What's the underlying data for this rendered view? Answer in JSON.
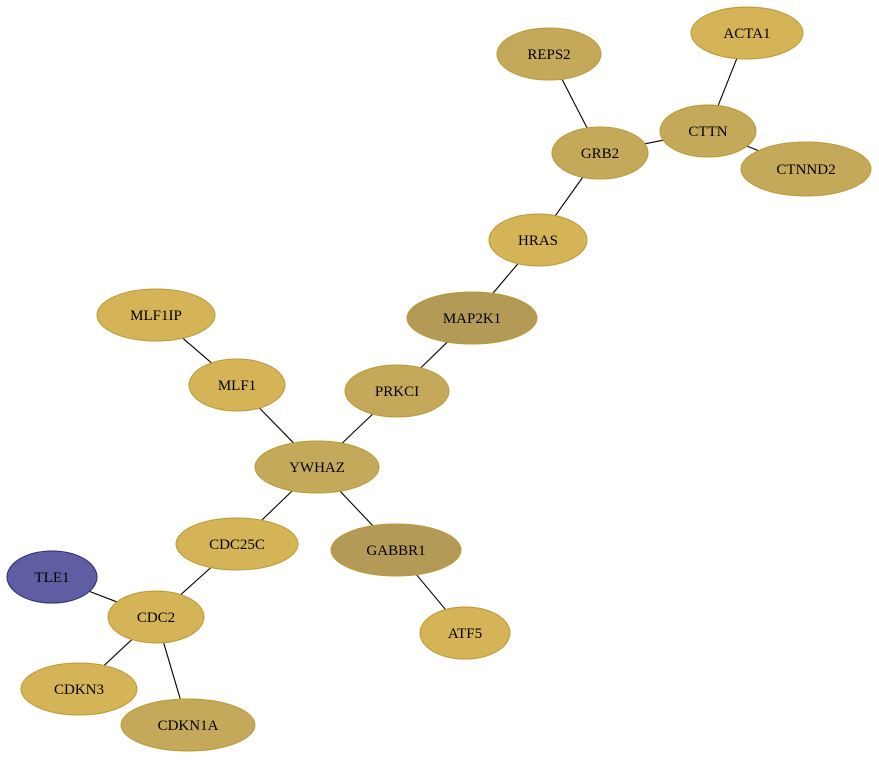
{
  "colors": {
    "gold": "#d4b456",
    "olive_gold": "#c5a95a",
    "olive_dark": "#b49a57",
    "blue": "#5f5ea3",
    "blue_stroke": "#2b2a7a",
    "gold_stroke": "#b99a33"
  },
  "nodes": [
    {
      "id": "ACTA1",
      "label": "ACTA1",
      "color": "gold"
    },
    {
      "id": "REPS2",
      "label": "REPS2",
      "color": "olive_gold"
    },
    {
      "id": "CTTN",
      "label": "CTTN",
      "color": "olive_gold"
    },
    {
      "id": "GRB2",
      "label": "GRB2",
      "color": "olive_gold"
    },
    {
      "id": "CTNND2",
      "label": "CTNND2",
      "color": "olive_gold"
    },
    {
      "id": "HRAS",
      "label": "HRAS",
      "color": "gold"
    },
    {
      "id": "MLF1IP",
      "label": "MLF1IP",
      "color": "gold"
    },
    {
      "id": "MAP2K1",
      "label": "MAP2K1",
      "color": "olive_dark"
    },
    {
      "id": "MLF1",
      "label": "MLF1",
      "color": "gold"
    },
    {
      "id": "PRKCI",
      "label": "PRKCI",
      "color": "olive_gold"
    },
    {
      "id": "YWHAZ",
      "label": "YWHAZ",
      "color": "olive_gold"
    },
    {
      "id": "CDC25C",
      "label": "CDC25C",
      "color": "gold"
    },
    {
      "id": "GABBR1",
      "label": "GABBR1",
      "color": "olive_dark"
    },
    {
      "id": "TLE1",
      "label": "TLE1",
      "color": "blue"
    },
    {
      "id": "CDC2",
      "label": "CDC2",
      "color": "gold"
    },
    {
      "id": "ATF5",
      "label": "ATF5",
      "color": "gold"
    },
    {
      "id": "CDKN3",
      "label": "CDKN3",
      "color": "gold"
    },
    {
      "id": "CDKN1A",
      "label": "CDKN1A",
      "color": "olive_gold"
    }
  ],
  "edges": [
    [
      "ACTA1",
      "CTTN"
    ],
    [
      "REPS2",
      "GRB2"
    ],
    [
      "GRB2",
      "CTTN"
    ],
    [
      "CTTN",
      "CTNND2"
    ],
    [
      "GRB2",
      "HRAS"
    ],
    [
      "HRAS",
      "MAP2K1"
    ],
    [
      "MAP2K1",
      "PRKCI"
    ],
    [
      "PRKCI",
      "YWHAZ"
    ],
    [
      "MLF1IP",
      "MLF1"
    ],
    [
      "MLF1",
      "YWHAZ"
    ],
    [
      "YWHAZ",
      "CDC25C"
    ],
    [
      "YWHAZ",
      "GABBR1"
    ],
    [
      "GABBR1",
      "ATF5"
    ],
    [
      "CDC25C",
      "CDC2"
    ],
    [
      "TLE1",
      "CDC2"
    ],
    [
      "CDC2",
      "CDKN3"
    ],
    [
      "CDC2",
      "CDKN1A"
    ]
  ]
}
